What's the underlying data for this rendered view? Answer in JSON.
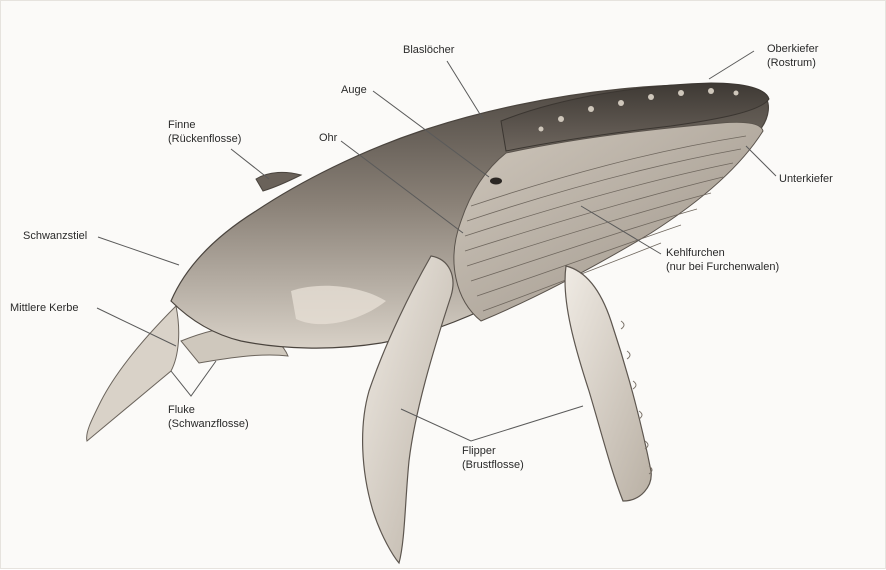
{
  "labels": {
    "blasloecher": "Blaslöcher",
    "oberkiefer": [
      "Oberkiefer",
      "(Rostrum)"
    ],
    "auge": "Auge",
    "finne": [
      "Finne",
      "(Rückenflosse)"
    ],
    "ohr": "Ohr",
    "unterkiefer": "Unterkiefer",
    "schwanzstiel": "Schwanzstiel",
    "kehlfurchen": [
      "Kehlfurchen",
      "(nur bei Furchenwalen)"
    ],
    "mittlere_kerbe": "Mittlere Kerbe",
    "fluke": [
      "Fluke",
      "(Schwanzflosse)"
    ],
    "flipper": [
      "Flipper",
      "(Brustflosse)"
    ]
  },
  "colors": {
    "background": "#fbfaf8",
    "body_dark": "#5b544d",
    "body_mid": "#8f867c",
    "body_light": "#d7d0c6",
    "belly": "#e9e3da",
    "leader_line": "#5a5a5a"
  }
}
